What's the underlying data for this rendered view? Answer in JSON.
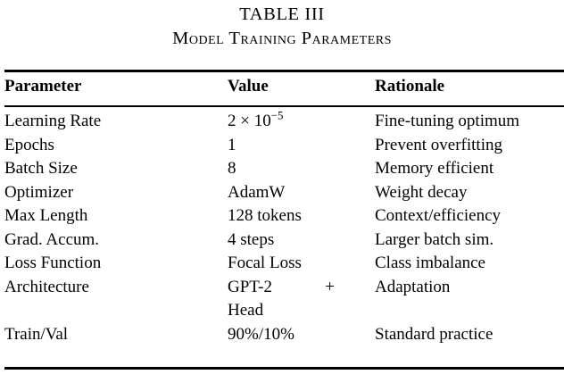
{
  "caption": {
    "number": "TABLE III",
    "title": "Model Training Parameters"
  },
  "table": {
    "columns": [
      "Parameter",
      "Value",
      "Rationale"
    ],
    "rows": [
      {
        "parameter": "Learning Rate",
        "value_base": "2 × 10",
        "value_exponent": "−5",
        "rationale": "Fine-tuning optimum"
      },
      {
        "parameter": "Epochs",
        "value": "1",
        "rationale": "Prevent overfitting"
      },
      {
        "parameter": "Batch Size",
        "value": "8",
        "rationale": "Memory efficient"
      },
      {
        "parameter": "Optimizer",
        "value": "AdamW",
        "rationale": "Weight decay"
      },
      {
        "parameter": "Max Length",
        "value": "128 tokens",
        "rationale": "Context/efficiency"
      },
      {
        "parameter": "Grad. Accum.",
        "value": "4 steps",
        "rationale": "Larger batch sim."
      },
      {
        "parameter": "Loss Function",
        "value": "Focal Loss",
        "rationale": "Class imbalance"
      },
      {
        "parameter": "Architecture",
        "value_line1_left": "GPT-2",
        "value_line1_right": "+",
        "value_line2": "Head",
        "rationale": "Adaptation"
      },
      {
        "parameter": "Train/Val",
        "value": "90%/10%",
        "rationale": "Standard practice"
      }
    ]
  },
  "colors": {
    "text": "#000000",
    "background": "#ffffff",
    "rule": "#000000"
  }
}
